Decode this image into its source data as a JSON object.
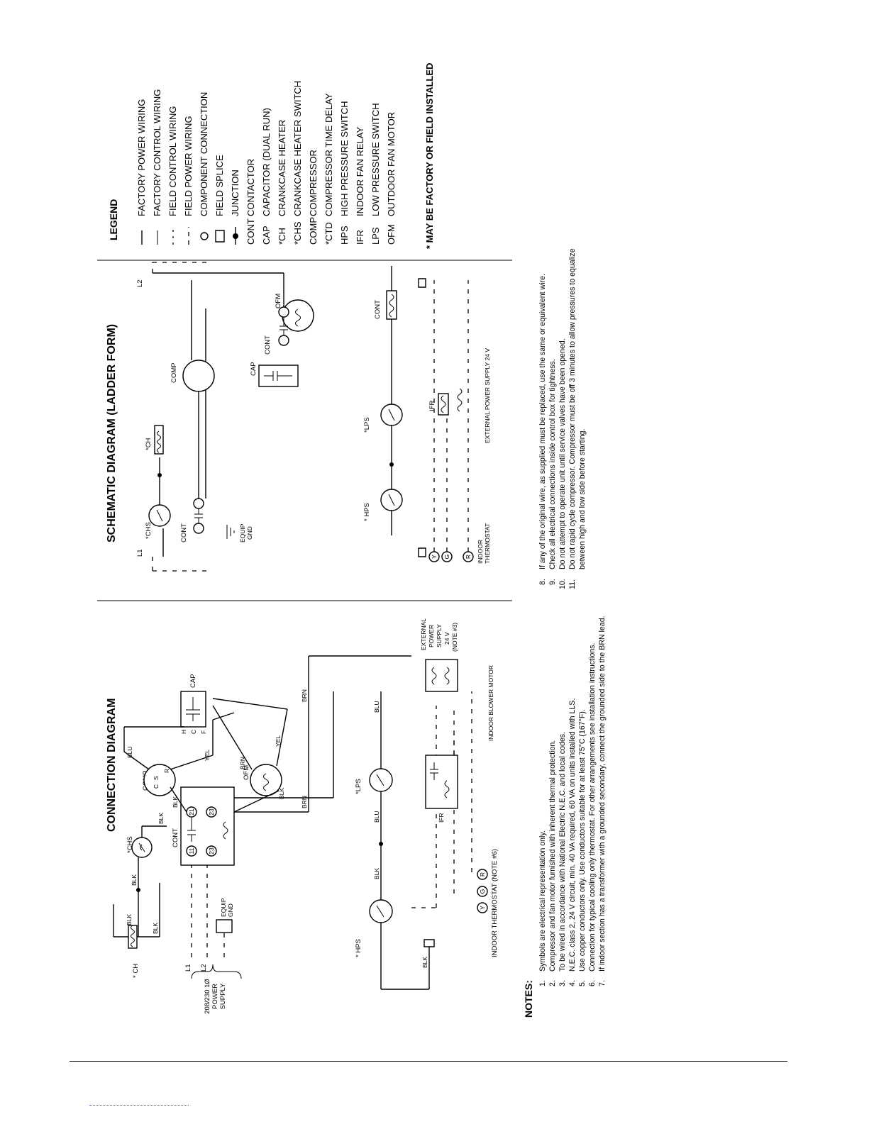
{
  "connection": {
    "title": "CONNECTION  DIAGRAM",
    "supply_label": [
      "208/230 1Ø",
      "POWER",
      "SUPPLY"
    ],
    "l1": "L1",
    "l2": "L2",
    "ch": "* CH",
    "chs": "*CHS",
    "hps": "* HPS",
    "lps": "*LPS",
    "comp": "COMP",
    "comp_c": "C",
    "comp_s": "S",
    "comp_r": "R",
    "ofm": "OFM",
    "cap": "CAP",
    "cap_h": "H",
    "cap_c": "C",
    "cap_f": "F",
    "cont": "CONT",
    "t11": "11",
    "t21": "21",
    "t23a": "23",
    "t23b": "23",
    "ifr": "IFR",
    "equip_gnd": [
      "EQUIP",
      "GND"
    ],
    "blk": "BLK",
    "blu": "BLU",
    "yel": "YEL",
    "brn": "BRN",
    "thermostat": "INDOOR THERMOSTAT  (NOTE #6)",
    "y": "Y",
    "g": "G",
    "r": "R",
    "blower": "INDOOR BLOWER MOTOR",
    "ext_power": [
      "EXTERNAL",
      "POWER",
      "SUPPLY",
      "24 V",
      "(NOTE #3)"
    ]
  },
  "schematic": {
    "title": "SCHEMATIC DIAGRAM  (LADDER FORM)",
    "l1": "L1",
    "l2": "L2",
    "chs": "*CHS",
    "ch": "*CH",
    "comp": "COMP",
    "ofm": "OFM",
    "cap": "CAP",
    "cont": "CONT",
    "hps": "* HPS",
    "lps": "*LPS",
    "ifr": "IFR",
    "equip_gnd": [
      "EQUIP",
      "GND"
    ],
    "y": "Y",
    "g": "G",
    "r": "R",
    "thermostat": [
      "INDOOR",
      "THERMOSTAT"
    ],
    "ext_power": "EXTERNAL POWER SUPPLY 24 V"
  },
  "legend": {
    "title": "LEGEND",
    "items": [
      {
        "sym": "line-solid",
        "text": "FACTORY POWER WIRING"
      },
      {
        "sym": "line-thin",
        "text": "FACTORY CONTROL WIRING"
      },
      {
        "sym": "line-dash",
        "text": "FIELD CONTROL WIRING"
      },
      {
        "sym": "line-dash2",
        "text": "FIELD POWER WIRING"
      },
      {
        "sym": "circle",
        "text": "COMPONENT CONNECTION"
      },
      {
        "sym": "splice",
        "text": "FIELD SPLICE"
      },
      {
        "sym": "junction",
        "text": "JUNCTION"
      }
    ],
    "abbrevs": [
      {
        "abbr": "CONT",
        "text": "CONTACTOR"
      },
      {
        "abbr": "CAP",
        "text": "CAPACITOR (DUAL RUN)"
      },
      {
        "abbr": "*CH",
        "text": "CRANKCASE HEATER"
      },
      {
        "abbr": "*CHS",
        "text": "CRANKCASE HEATER SWITCH"
      },
      {
        "abbr": "COMP",
        "text": "COMPRESSOR"
      },
      {
        "abbr": "*CTD",
        "text": "COMPRESSOR TIME DELAY"
      },
      {
        "abbr": "HPS",
        "text": "HIGH PRESSURE SWITCH"
      },
      {
        "abbr": "IFR",
        "text": "INDOOR FAN RELAY"
      },
      {
        "abbr": "LPS",
        "text": "LOW PRESSURE SWITCH"
      },
      {
        "abbr": "OFM",
        "text": "OUTDOOR FAN MOTOR"
      }
    ],
    "footnote": "* MAY BE FACTORY OR FIELD INSTALLED"
  },
  "notes": {
    "title": "NOTES:",
    "left": [
      {
        "num": "1.",
        "text": "Symbols are electrical representation only."
      },
      {
        "num": "2.",
        "text": "Compressor and fan motor furnished with inherent thermal protection."
      },
      {
        "num": "3.",
        "text": "To be wired in accordance with National Electric N.E.C. and local codes."
      },
      {
        "num": "4.",
        "text": "N.E.C. class 2, 24 V circuit, min.  40 VA required, 60 VA on units installed with LLS."
      },
      {
        "num": "5.",
        "text": "Use copper conductors only.  Use conductors suitable for at least 75°C (167°F)."
      },
      {
        "num": "6.",
        "text": "Connection for typical cooling only thermostat.  For other arrangements see installation instructions."
      },
      {
        "num": "7.",
        "text": "If indoor section has a transformer with a grounded secondary, connect the grounded side to the BRN lead."
      }
    ],
    "right": [
      {
        "num": "8.",
        "text": "If any of the original wire, as supplied must be replaced, use the same or equivalent wire."
      },
      {
        "num": "9.",
        "text": "Check all electrical connections inside control box for tightness."
      },
      {
        "num": "10.",
        "text": "Do not attempt to operate unit until service valves have been opened."
      },
      {
        "num": "11.",
        "text": "Do not rapid cycle compressor. Compressor must be off 3 minutes to allow pressures to equalize"
      },
      {
        "num": "",
        "text": "between high and low side before starting."
      }
    ]
  }
}
